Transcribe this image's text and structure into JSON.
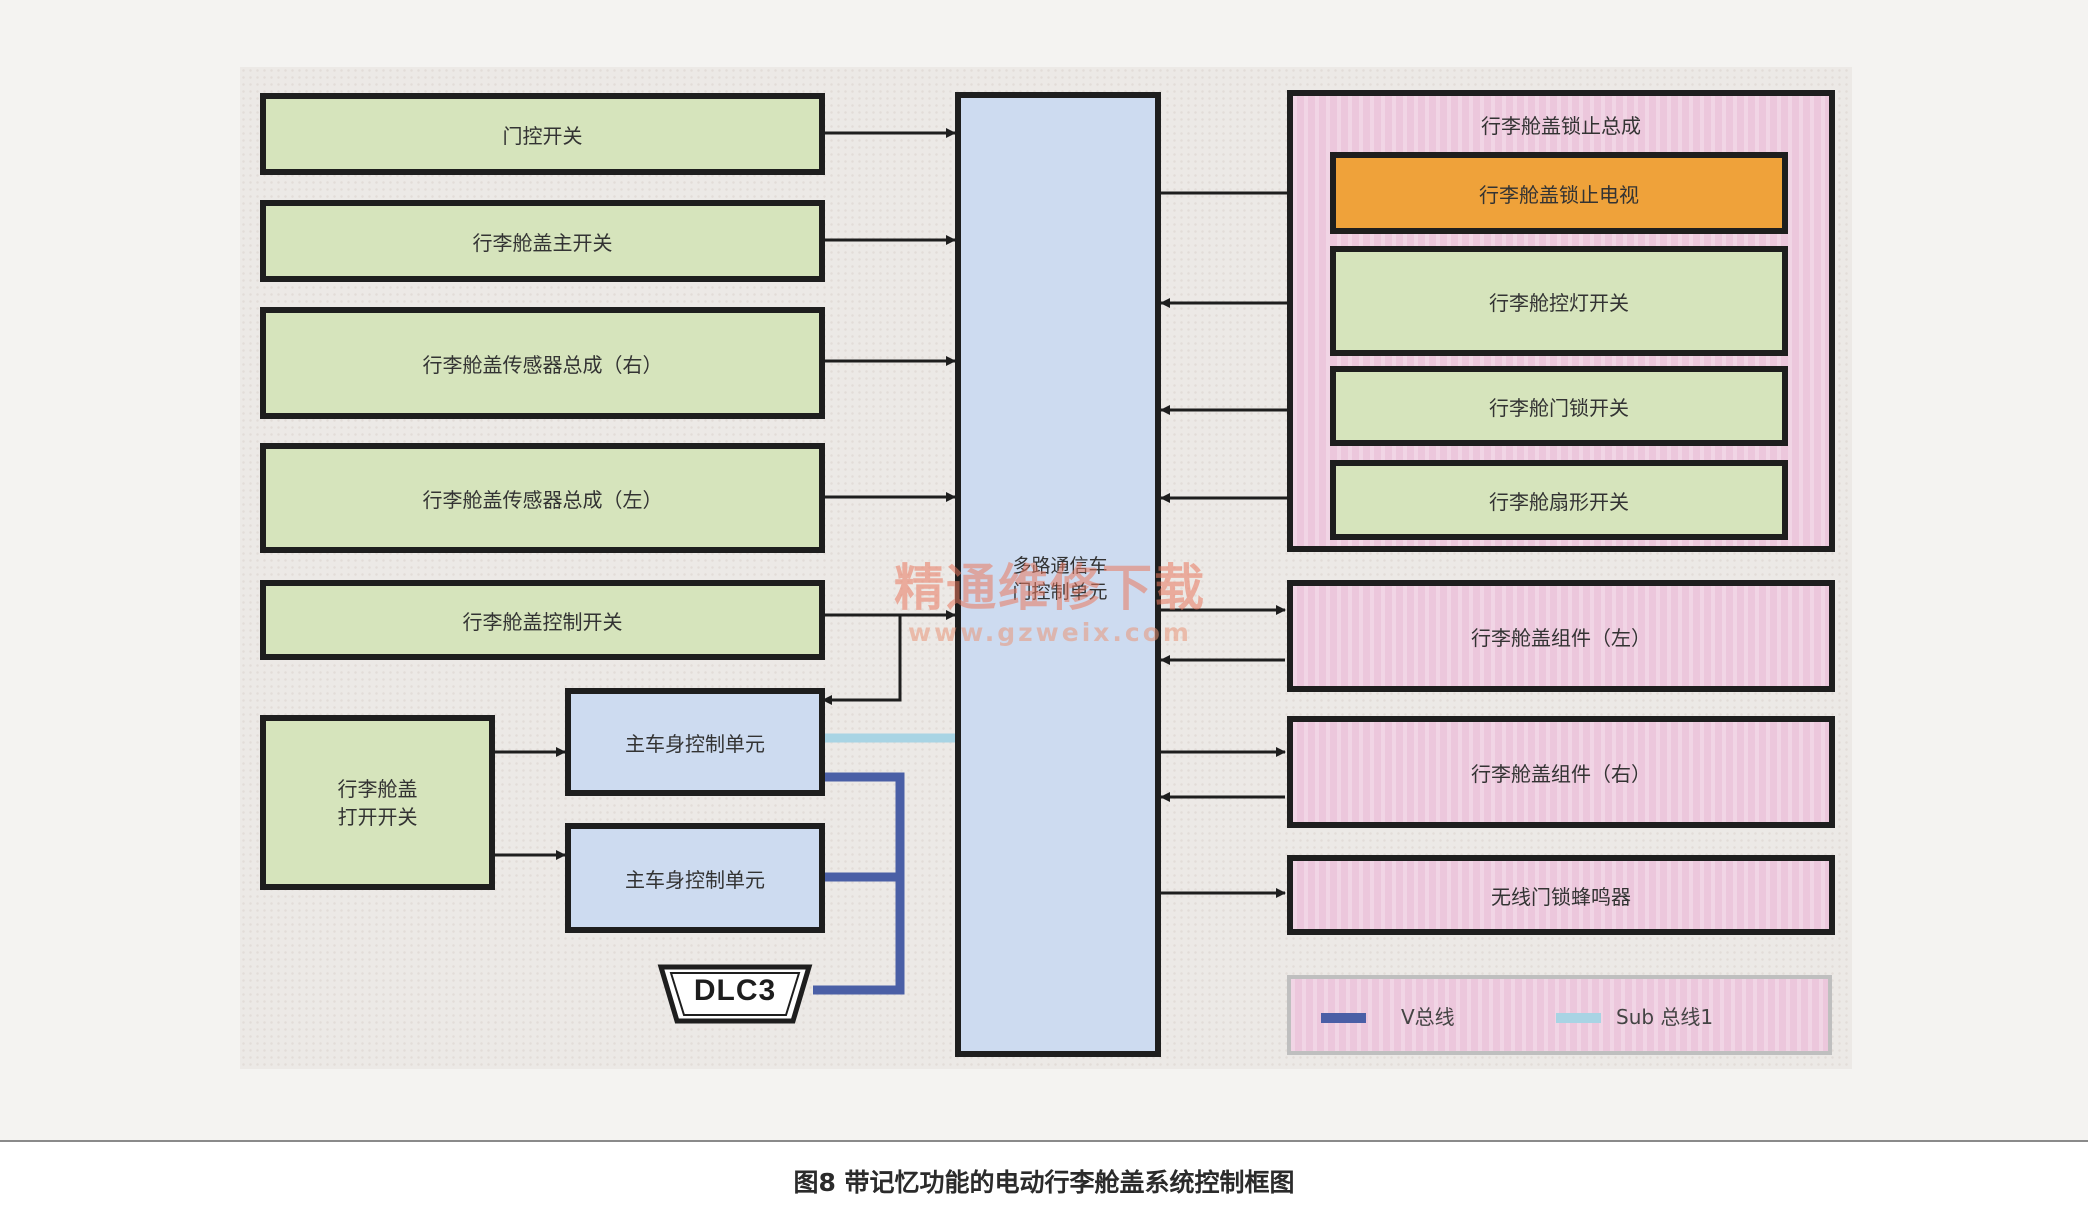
{
  "title": "",
  "left_boxes": {
    "door_switch": "门控开关",
    "trunk_main_switch": "行李舱盖主开关",
    "sensor_right": "行李舱盖传感器总成（右）",
    "sensor_left": "行李舱盖传感器总成（左）",
    "trunk_control_switch": "行李舱盖控制开关",
    "trunk_open_switch": "行李舱盖\n打开开关",
    "main_body_ecu_1": "主车身控制单元",
    "main_body_ecu_2": "主车身控制单元",
    "dlc3": "DLC3"
  },
  "center": {
    "multiplex_unit": "多路通信车\n门控制单元"
  },
  "right_boxes": {
    "lock_assembly_title": "行李舱盖锁止总成",
    "lock_motor": "行李舱盖锁止电视",
    "courtesy_light_switch": "行李舱控灯开关",
    "door_lock_switch": "行李舱门锁开关",
    "sector_switch": "行李舱扇形开关",
    "assembly_left": "行李舱盖组件（左）",
    "assembly_right": "行李舱盖组件（右）",
    "wireless_buzzer": "无线门锁蜂鸣器"
  },
  "legend": {
    "v_bus_label": "V总线",
    "sub_bus_label": "Sub 总线1",
    "v_bus_color": "#4a5fa6",
    "sub_bus_color": "#a8d4e4"
  },
  "watermark": {
    "text_cn": "精通维修下载",
    "url": "www.gzweix.com"
  },
  "caption": "图8 带记忆功能的电动行李舱盖系统控制框图"
}
